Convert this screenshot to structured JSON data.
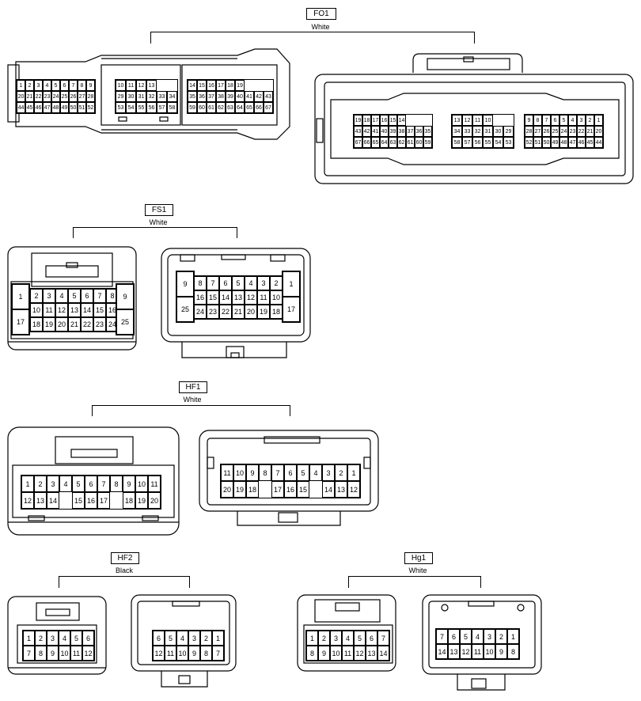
{
  "groups": {
    "fo1": {
      "label": "FO1",
      "color": "White"
    },
    "fs1": {
      "label": "FS1",
      "color": "White"
    },
    "hf1": {
      "label": "HF1",
      "color": "White"
    },
    "hf2": {
      "label": "HF2",
      "color": "Black"
    },
    "hg1": {
      "label": "Hg1",
      "color": "White"
    }
  },
  "pins": {
    "fo1_male": {
      "left": [
        [
          "1",
          "2",
          "3",
          "4",
          "5",
          "6",
          "7",
          "8",
          "9"
        ],
        [
          "20",
          "21",
          "22",
          "23",
          "24",
          "25",
          "26",
          "27",
          "28"
        ],
        [
          "44",
          "45",
          "46",
          "47",
          "48",
          "49",
          "50",
          "51",
          "52"
        ]
      ],
      "mid": [
        [
          "10",
          "11",
          "12",
          "13"
        ],
        [
          "29",
          "30",
          "31",
          "32",
          "33",
          "34"
        ],
        [
          "53",
          "54",
          "55",
          "56",
          "57",
          "58"
        ]
      ],
      "right": [
        [
          "14",
          "15",
          "16",
          "17",
          "18",
          "19"
        ],
        [
          "35",
          "36",
          "37",
          "38",
          "39",
          "40",
          "41",
          "42",
          "43"
        ],
        [
          "59",
          "60",
          "61",
          "62",
          "63",
          "64",
          "65",
          "66",
          "67"
        ]
      ]
    },
    "fo1_female": {
      "left": [
        [
          "19",
          "18",
          "17",
          "16",
          "15",
          "14"
        ],
        [
          "43",
          "42",
          "41",
          "40",
          "39",
          "38",
          "37",
          "36",
          "35"
        ],
        [
          "67",
          "66",
          "65",
          "64",
          "63",
          "62",
          "61",
          "60",
          "59"
        ]
      ],
      "mid": [
        [
          "13",
          "12",
          "11",
          "10"
        ],
        [
          "34",
          "33",
          "32",
          "31",
          "30",
          "29"
        ],
        [
          "58",
          "57",
          "56",
          "55",
          "54",
          "53"
        ]
      ],
      "right": [
        [
          "9",
          "8",
          "7",
          "6",
          "5",
          "4",
          "3",
          "2",
          "1"
        ],
        [
          "28",
          "27",
          "26",
          "25",
          "24",
          "23",
          "22",
          "21",
          "20"
        ],
        [
          "52",
          "51",
          "50",
          "49",
          "48",
          "47",
          "46",
          "45",
          "44"
        ]
      ]
    },
    "fs1_male": {
      "side_left": [
        "1",
        "17"
      ],
      "side_right": [
        "9",
        "25"
      ],
      "center": [
        [
          "2",
          "3",
          "4",
          "5",
          "6",
          "7",
          "8"
        ],
        [
          "10",
          "11",
          "12",
          "13",
          "14",
          "15",
          "16"
        ],
        [
          "18",
          "19",
          "20",
          "21",
          "22",
          "23",
          "24"
        ]
      ]
    },
    "fs1_female": {
      "side_left": [
        "9",
        "25"
      ],
      "side_right": [
        "1",
        "17"
      ],
      "center": [
        [
          "8",
          "7",
          "6",
          "5",
          "4",
          "3",
          "2"
        ],
        [
          "16",
          "15",
          "14",
          "13",
          "12",
          "11",
          "10"
        ],
        [
          "24",
          "23",
          "22",
          "21",
          "20",
          "19",
          "18"
        ]
      ]
    },
    "hf1_male": {
      "rows": [
        [
          "1",
          "2",
          "3",
          "4",
          "5",
          "6",
          "7",
          "8",
          "9",
          "10",
          "11"
        ],
        [
          "12",
          "13",
          "14",
          "",
          "15",
          "16",
          "17",
          "",
          "18",
          "19",
          "20"
        ]
      ]
    },
    "hf1_female": {
      "rows": [
        [
          "11",
          "10",
          "9",
          "8",
          "7",
          "6",
          "5",
          "4",
          "3",
          "2",
          "1"
        ],
        [
          "20",
          "19",
          "18",
          "",
          "17",
          "16",
          "15",
          "",
          "14",
          "13",
          "12"
        ]
      ]
    },
    "hf2_male": [
      [
        "1",
        "2",
        "3",
        "4",
        "5",
        "6"
      ],
      [
        "7",
        "8",
        "9",
        "10",
        "11",
        "12"
      ]
    ],
    "hf2_female": [
      [
        "6",
        "5",
        "4",
        "3",
        "2",
        "1"
      ],
      [
        "12",
        "11",
        "10",
        "9",
        "8",
        "7"
      ]
    ],
    "hg1_male": [
      [
        "1",
        "2",
        "3",
        "4",
        "5",
        "6",
        "7"
      ],
      [
        "8",
        "9",
        "10",
        "11",
        "12",
        "13",
        "14"
      ]
    ],
    "hg1_female": [
      [
        "7",
        "6",
        "5",
        "4",
        "3",
        "2",
        "1"
      ],
      [
        "14",
        "13",
        "12",
        "11",
        "10",
        "9",
        "8"
      ]
    ]
  }
}
